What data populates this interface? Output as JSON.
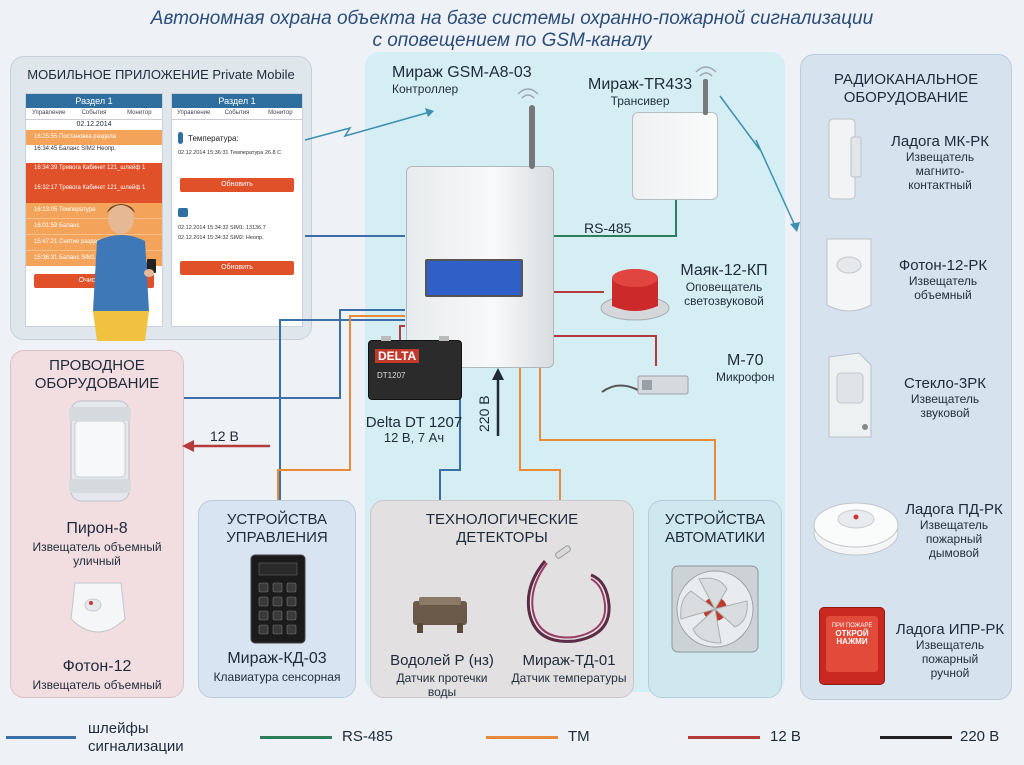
{
  "title": {
    "line1": "Автономная охрана объекта на базе системы охранно-пожарной сигнализации",
    "line2": "с оповещением по GSM-каналу"
  },
  "mobile": {
    "heading": "МОБИЛЬНОЕ ПРИЛОЖЕНИЕ Private Mobile",
    "left_screen": {
      "header": "Раздел 1",
      "tabs": [
        "Управление",
        "События",
        "Монитор"
      ],
      "date": "02.12.2014",
      "rows": [
        {
          "time": "16:25:55",
          "text": "Постановка раздела"
        },
        {
          "time": "16:34:45",
          "text": "Баланс SIM2 Неопр."
        },
        {
          "time": "16:34:39",
          "text": "Тревога Кабинет 121_шлейф 1"
        },
        {
          "time": "16:32:17",
          "text": "Тревога Кабинет 121_шлейф 1"
        },
        {
          "time": "16:13:05",
          "text": "Температура"
        },
        {
          "time": "16:01:59",
          "text": "Баланс"
        },
        {
          "time": "15:47:21",
          "text": "Снятие раздела"
        },
        {
          "time": "15:36:31",
          "text": "Баланс SIM1"
        }
      ],
      "button": "Очистить"
    },
    "right_screen": {
      "header": "Раздел 1",
      "tabs": [
        "Управление",
        "События",
        "Монитор"
      ],
      "temp_title": "Температура:",
      "temp_line": "02.12.2014 15:36:31 Температура 26.8 С",
      "button1": "Обновить",
      "sim_line1": "02.12.2014 15:34:32 SIM1: 13136.7",
      "sim_line2": "02.12.2014 15:34:32 SIM2: Неопр.",
      "button2": "Обновить"
    }
  },
  "controller": {
    "name": "Мираж GSM-A8-03",
    "sub": "Контроллер"
  },
  "transceiver": {
    "name": "Мираж-TR433",
    "sub": "Трансивер"
  },
  "rs485_label": "RS-485",
  "mayak": {
    "name": "Маяк-12-КП",
    "sub": "Оповещатель светозвуковой"
  },
  "m70": {
    "name": "М-70",
    "sub": "Микрофон"
  },
  "battery": {
    "name": "Delta DT 1207",
    "sub": "12 В, 7 Ач",
    "brand": "DELTA",
    "model": "DT1207"
  },
  "v220_label": "220 В",
  "v12_label": "12 В",
  "wired": {
    "heading_line1": "ПРОВОДНОЕ",
    "heading_line2": "ОБОРУДОВАНИЕ",
    "piron": {
      "name": "Пирон-8",
      "sub1": "Извещатель объемный",
      "sub2": "уличный"
    },
    "foton12": {
      "name": "Фотон-12",
      "sub": "Извещатель объемный"
    }
  },
  "control": {
    "heading_line1": "УСТРОЙСТВА",
    "heading_line2": "УПРАВЛЕНИЯ",
    "kd": {
      "name": "Мираж-КД-03",
      "sub": "Клавиатура сенсорная"
    }
  },
  "tech": {
    "heading_line1": "ТЕХНОЛОГИЧЕСКИЕ",
    "heading_line2": "ДЕТЕКТОРЫ",
    "vodoley": {
      "name": "Водолей Р (нз)",
      "sub1": "Датчик протечки",
      "sub2": "воды"
    },
    "td": {
      "name": "Мираж-ТД-01",
      "sub": "Датчик температуры"
    }
  },
  "auto": {
    "heading_line1": "УСТРОЙСТВА",
    "heading_line2": "АВТОМАТИКИ"
  },
  "radio": {
    "heading_line1": "РАДИОКАНАЛЬНОЕ",
    "heading_line2": "ОБОРУДОВАНИЕ",
    "items": [
      {
        "name": "Ладога МК-РК",
        "sub1": "Извещатель",
        "sub2": "магнито-",
        "sub3": "контактный"
      },
      {
        "name": "Фотон-12-РК",
        "sub1": "Извещатель",
        "sub2": "объемный",
        "sub3": ""
      },
      {
        "name": "Стекло-3РК",
        "sub1": "Извещатель",
        "sub2": "звуковой",
        "sub3": ""
      },
      {
        "name": "Ладога ПД-РК",
        "sub1": "Извещатель",
        "sub2": "пожарный",
        "sub3": "дымовой"
      },
      {
        "name": "Ладога ИПР-РК",
        "sub1": "Извещатель",
        "sub2": "пожарный",
        "sub3": "ручной"
      }
    ],
    "ipr_text1": "ПРИ ПОЖАРЕ",
    "ipr_text2": "ОТКРОЙ",
    "ipr_text3": "НАЖМИ"
  },
  "legend": [
    {
      "label_line1": "шлейфы",
      "label_line2": "сигнализации",
      "color": "#3a6fa8"
    },
    {
      "label_line1": "RS-485",
      "label_line2": "",
      "color": "#2e7d5b"
    },
    {
      "label_line1": "ТМ",
      "label_line2": "",
      "color": "#e88a3a"
    },
    {
      "label_line1": "12 В",
      "label_line2": "",
      "color": "#b63a3a"
    },
    {
      "label_line1": "220 В",
      "label_line2": "",
      "color": "#222222"
    }
  ]
}
